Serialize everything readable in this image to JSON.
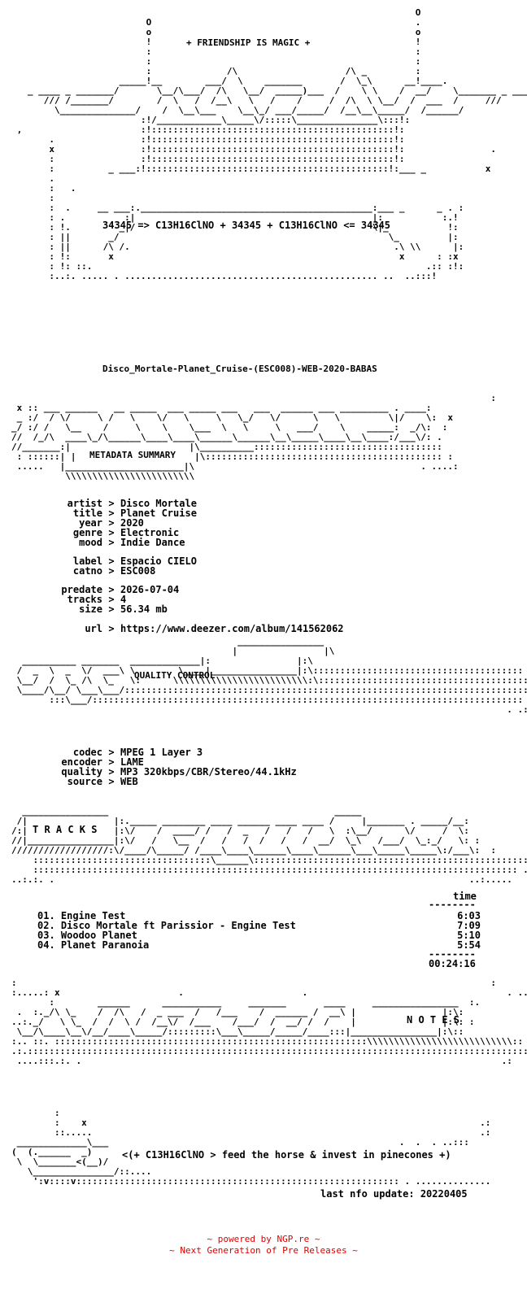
{
  "header": {
    "tagline": "+ FRIENDSHIP IS MAGIC +",
    "formula": "34345 => C13H16ClNO + 34345 + C13H16ClNO <= 34345"
  },
  "release_name": "Disco_Mortale-Planet_Cruise-(ESC008)-WEB-2020-BABAS",
  "sections": {
    "metadata": "METADATA SUMMARY",
    "quality": "QUALITY CONTROL",
    "tracks": "T R A C K S",
    "notes": "N O T E S"
  },
  "metadata": [
    {
      "key": "artist",
      "value": "Disco Mortale"
    },
    {
      "key": "title",
      "value": "Planet Cruise"
    },
    {
      "key": "year",
      "value": "2020"
    },
    {
      "key": "genre",
      "value": "Electronic"
    },
    {
      "key": "mood",
      "value": "Indie Dance"
    },
    {
      "key": "label",
      "value": "Espacio CIELO"
    },
    {
      "key": "catno",
      "value": "ESC008"
    },
    {
      "key": "predate",
      "value": "2026-07-04"
    },
    {
      "key": "tracks",
      "value": "4"
    },
    {
      "key": "size",
      "value": "56.34 mb"
    },
    {
      "key": "url",
      "value": "https://www.deezer.com/album/141562062"
    }
  ],
  "quality": [
    {
      "key": "codec",
      "value": "MPEG 1 Layer 3"
    },
    {
      "key": "encoder",
      "value": "LAME"
    },
    {
      "key": "quality",
      "value": "MP3 320kbps/CBR/Stereo/44.1kHz"
    },
    {
      "key": "source",
      "value": "WEB"
    }
  ],
  "tracklist": {
    "time_header": "time",
    "items": [
      {
        "title": "01. Engine Test",
        "time": "6:03"
      },
      {
        "title": "02. Disco Mortale ft Parissior - Engine Test",
        "time": "7:09"
      },
      {
        "title": "03. Woodoo Planet",
        "time": "5:10"
      },
      {
        "title": "04. Planet Paranoia",
        "time": "5:54"
      }
    ],
    "total": "00:24:16"
  },
  "notes": {
    "message": "<(+ C13H16ClNO > feed the horse & invest in pinecones +)",
    "last_update": "last nfo update: 20220405"
  },
  "footer": {
    "line1": "~ powered by NGP.re ~",
    "line2": "~ Next Generation of Pre Releases ~"
  }
}
